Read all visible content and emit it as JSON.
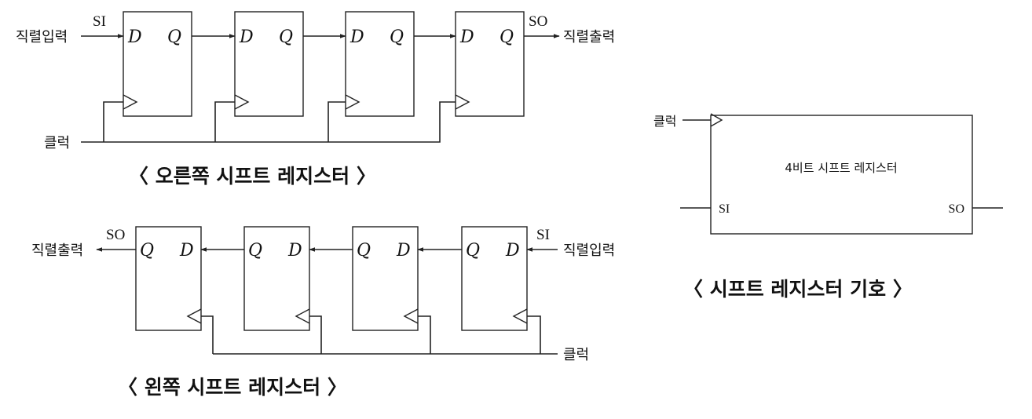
{
  "right_shift": {
    "serial_in_label": "직렬입력",
    "si_label": "SI",
    "so_label": "SO",
    "serial_out_label": "직렬출력",
    "clock_label": "클럭",
    "d_label": "D",
    "q_label": "Q",
    "caption": "〈 오른쪽 시프트 레지스터 〉"
  },
  "left_shift": {
    "serial_in_label": "직렬입력",
    "si_label": "SI",
    "so_label": "SO",
    "serial_out_label": "직렬출력",
    "clock_label": "클럭",
    "d_label": "D",
    "q_label": "Q",
    "caption": "〈 왼쪽 시프트 레지스터 〉"
  },
  "symbol": {
    "clock_label": "클럭",
    "title": "4비트 시프트 레지스터",
    "si_label": "SI",
    "so_label": "SO",
    "caption": "〈 시프트 레지스터 기호 〉"
  }
}
